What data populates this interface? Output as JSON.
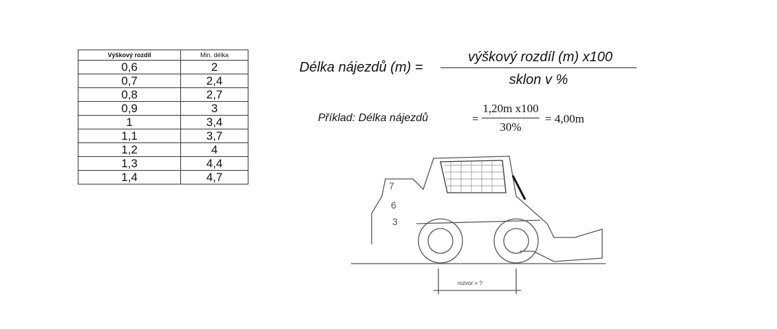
{
  "table": {
    "headers": [
      "Výškový rozdíl",
      "Min. délka"
    ],
    "rows": [
      [
        "0,6",
        "2"
      ],
      [
        "0,7",
        "2,4"
      ],
      [
        "0,8",
        "2,7"
      ],
      [
        "0,9",
        "3"
      ],
      [
        "1",
        "3,4"
      ],
      [
        "1,1",
        "3,7"
      ],
      [
        "1,2",
        "4"
      ],
      [
        "1,3",
        "4,4"
      ],
      [
        "1,4",
        "4,7"
      ]
    ]
  },
  "formula": {
    "lhs": "Délka nájezdů (m) =",
    "numerator": "výškový rozdíl (m) x100",
    "denominator": "sklon v %"
  },
  "example": {
    "label": "Příklad: Délka nájezdů",
    "eq1": "=",
    "numerator": "1,20m x100",
    "denominator": "30%",
    "result": "= 4,00m"
  },
  "drawing": {
    "machine_numbers": [
      "7",
      "6",
      "3"
    ],
    "wheelbase_label": "rozvor = ?"
  }
}
